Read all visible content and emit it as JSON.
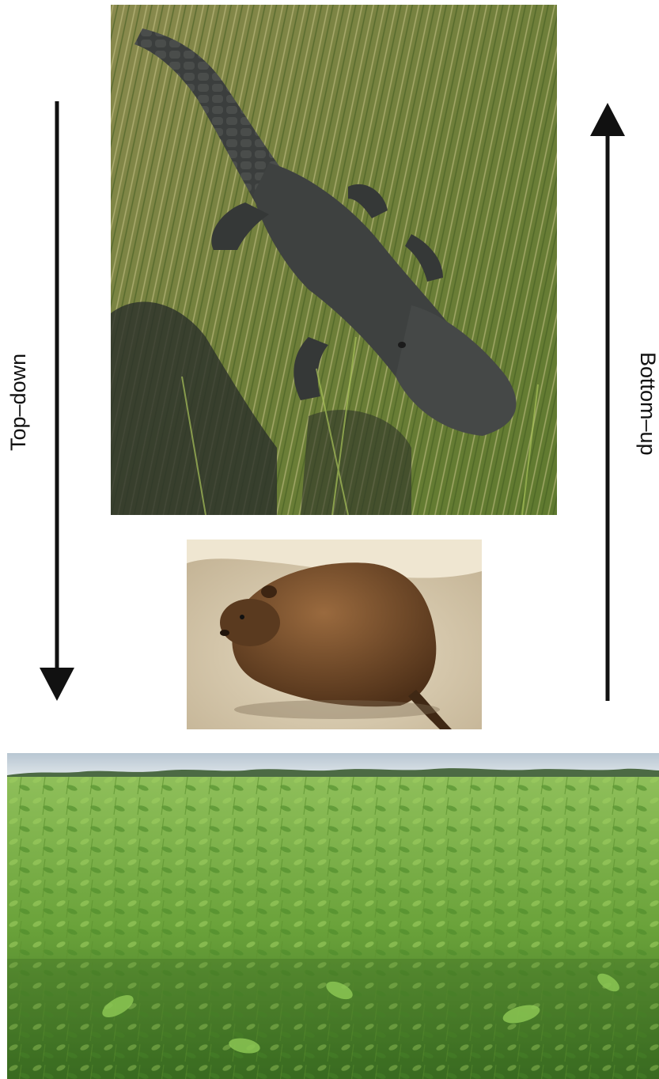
{
  "labels": {
    "top_down": "Top–down",
    "bottom_up": "Bottom–up"
  },
  "photos": [
    {
      "subject": "alligator"
    },
    {
      "subject": "nutria"
    },
    {
      "subject": "marsh"
    }
  ],
  "colors": {
    "arrow": "#111111",
    "grass_dark": "#4f6b2a",
    "grass_light": "#b9b574",
    "marsh_green": "#6aa23a",
    "sky": "#c9d6df",
    "alligator": "#3a3d3c",
    "nutria": "#6b4526",
    "sand": "#d9cdb5"
  }
}
